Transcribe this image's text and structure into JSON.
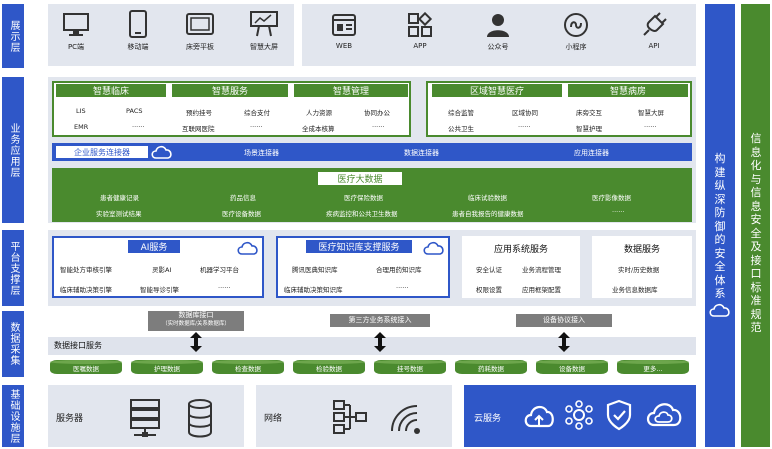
{
  "layers": [
    "展示层",
    "业务应用层",
    "平台支撑层",
    "数据采集",
    "基础设施层"
  ],
  "display": {
    "devices": [
      "PC端",
      "移动端",
      "床旁平板",
      "智慧大屏"
    ],
    "channels": [
      "WEB",
      "APP",
      "公众号",
      "小程序",
      "API"
    ]
  },
  "business": {
    "clinical": {
      "title": "智慧临床",
      "items": [
        "LIS",
        "PACS",
        "EMR",
        "......"
      ]
    },
    "service": {
      "title": "智慧服务",
      "items": [
        "预约挂号",
        "综合支付",
        "互联网医院",
        "......"
      ]
    },
    "manage": {
      "title": "智慧管理",
      "items": [
        "人力资源",
        "协同办公",
        "全成本核算",
        "......"
      ]
    },
    "regional": {
      "title": "区域智慧医疗",
      "items": [
        "综合监管",
        "区域协同",
        "公共卫生",
        "......"
      ]
    },
    "ward": {
      "title": "智慧病房",
      "items": [
        "床旁交互",
        "智慧大屏",
        "智慧护理",
        "......"
      ]
    },
    "connector_bar": {
      "title": "企业服务连接器",
      "items": [
        "场景连接器",
        "数据连接器",
        "应用连接器"
      ]
    },
    "bigdata": {
      "title": "医疗大数据",
      "row1": [
        "患者健康记录",
        "药品信息",
        "医疗保险数据",
        "临床试验数据",
        "医疗影像数据"
      ],
      "row2": [
        "实验室测试结果",
        "医疗设备数据",
        "疾病监控和公共卫生数据",
        "患者自我报告的健康数据",
        "......"
      ]
    }
  },
  "platform": {
    "ai": {
      "title": "AI服务",
      "items": [
        "智能处方审核引擎",
        "灵影AI",
        "机器学习平台",
        "临床辅助决策引擎",
        "智能导诊引擎",
        "......"
      ]
    },
    "knowledge": {
      "title": "医疗知识库支撑服务",
      "items": [
        "腾讯医典知识库",
        "合理用药知识库",
        "临床辅助决策知识库",
        "......"
      ]
    },
    "app_service": {
      "title": "应用系统服务",
      "items": [
        "安全认证",
        "业务流程管理",
        "权限设置",
        "应用框架配置"
      ]
    },
    "data_service": {
      "title": "数据服务",
      "items": [
        "实时/历史数据",
        "业务信息数据库"
      ]
    }
  },
  "collect": {
    "tags": [
      "数据库接口",
      "（实时数据库/关系数据库）",
      "第三方业务系统接入",
      "设备协议接入"
    ],
    "bar": "数据接口服务",
    "cylinders": [
      "医嘱数据",
      "护理数据",
      "检查数据",
      "检验数据",
      "挂号数据",
      "药耗数据",
      "设备数据",
      "更多..."
    ]
  },
  "infra": {
    "server": "服务器",
    "network": "网络",
    "cloud": "云服务"
  },
  "right": {
    "security": "构建纵深防御的安全体系",
    "standard": "信息化与信息安全及接口标准规范"
  },
  "colors": {
    "blue": "#2f57c8",
    "green": "#4a8a2e",
    "panel": "#e2e6ee"
  }
}
